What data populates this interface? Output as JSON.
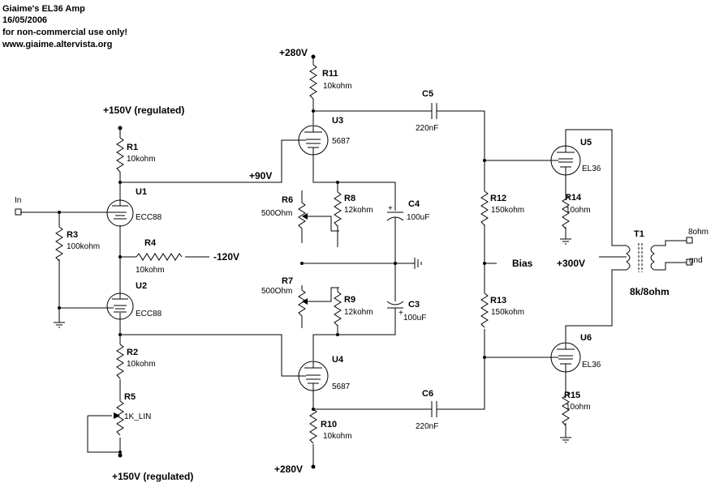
{
  "header": {
    "title": "Giaime's EL36 Amp",
    "date": "16/05/2006",
    "license": "for non-commercial use only!",
    "url": "www.giaime.altervista.org"
  },
  "supplies": {
    "v150_top": "+150V (regulated)",
    "v150_bottom": "+150V (regulated)",
    "v280_top": "+280V",
    "v280_bottom": "+280V",
    "v90": "+90V",
    "vneg120": "-120V",
    "v300": "+300V",
    "bias": "Bias"
  },
  "io": {
    "input": "In",
    "out_hot": "8ohm",
    "out_gnd": "gnd"
  },
  "components": {
    "R1": {
      "ref": "R1",
      "value": "10kohm"
    },
    "R2": {
      "ref": "R2",
      "value": "10kohm"
    },
    "R3": {
      "ref": "R3",
      "value": "100kohm"
    },
    "R4": {
      "ref": "R4",
      "value": "10kohm"
    },
    "R5": {
      "ref": "R5",
      "value": "1K_LIN"
    },
    "R6": {
      "ref": "R6",
      "value": "500Ohm"
    },
    "R7": {
      "ref": "R7",
      "value": "500Ohm"
    },
    "R8": {
      "ref": "R8",
      "value": "12kohm"
    },
    "R9": {
      "ref": "R9",
      "value": "12kohm"
    },
    "R10": {
      "ref": "R10",
      "value": "10kohm"
    },
    "R11": {
      "ref": "R11",
      "value": "10kohm"
    },
    "R12": {
      "ref": "R12",
      "value": "150kohm"
    },
    "R13": {
      "ref": "R13",
      "value": "150kohm"
    },
    "R14": {
      "ref": "R14",
      "value": "10ohm"
    },
    "R15": {
      "ref": "R15",
      "value": "10ohm"
    },
    "C3": {
      "ref": "C3",
      "value": "100uF"
    },
    "C4": {
      "ref": "C4",
      "value": "100uF"
    },
    "C5": {
      "ref": "C5",
      "value": "220nF"
    },
    "C6": {
      "ref": "C6",
      "value": "220nF"
    },
    "U1": {
      "ref": "U1",
      "value": "ECC88"
    },
    "U2": {
      "ref": "U2",
      "value": "ECC88"
    },
    "U3": {
      "ref": "U3",
      "value": "5687"
    },
    "U4": {
      "ref": "U4",
      "value": "5687"
    },
    "U5": {
      "ref": "U5",
      "value": "EL36"
    },
    "U6": {
      "ref": "U6",
      "value": "EL36"
    },
    "T1": {
      "ref": "T1",
      "value": "8k/8ohm"
    }
  }
}
